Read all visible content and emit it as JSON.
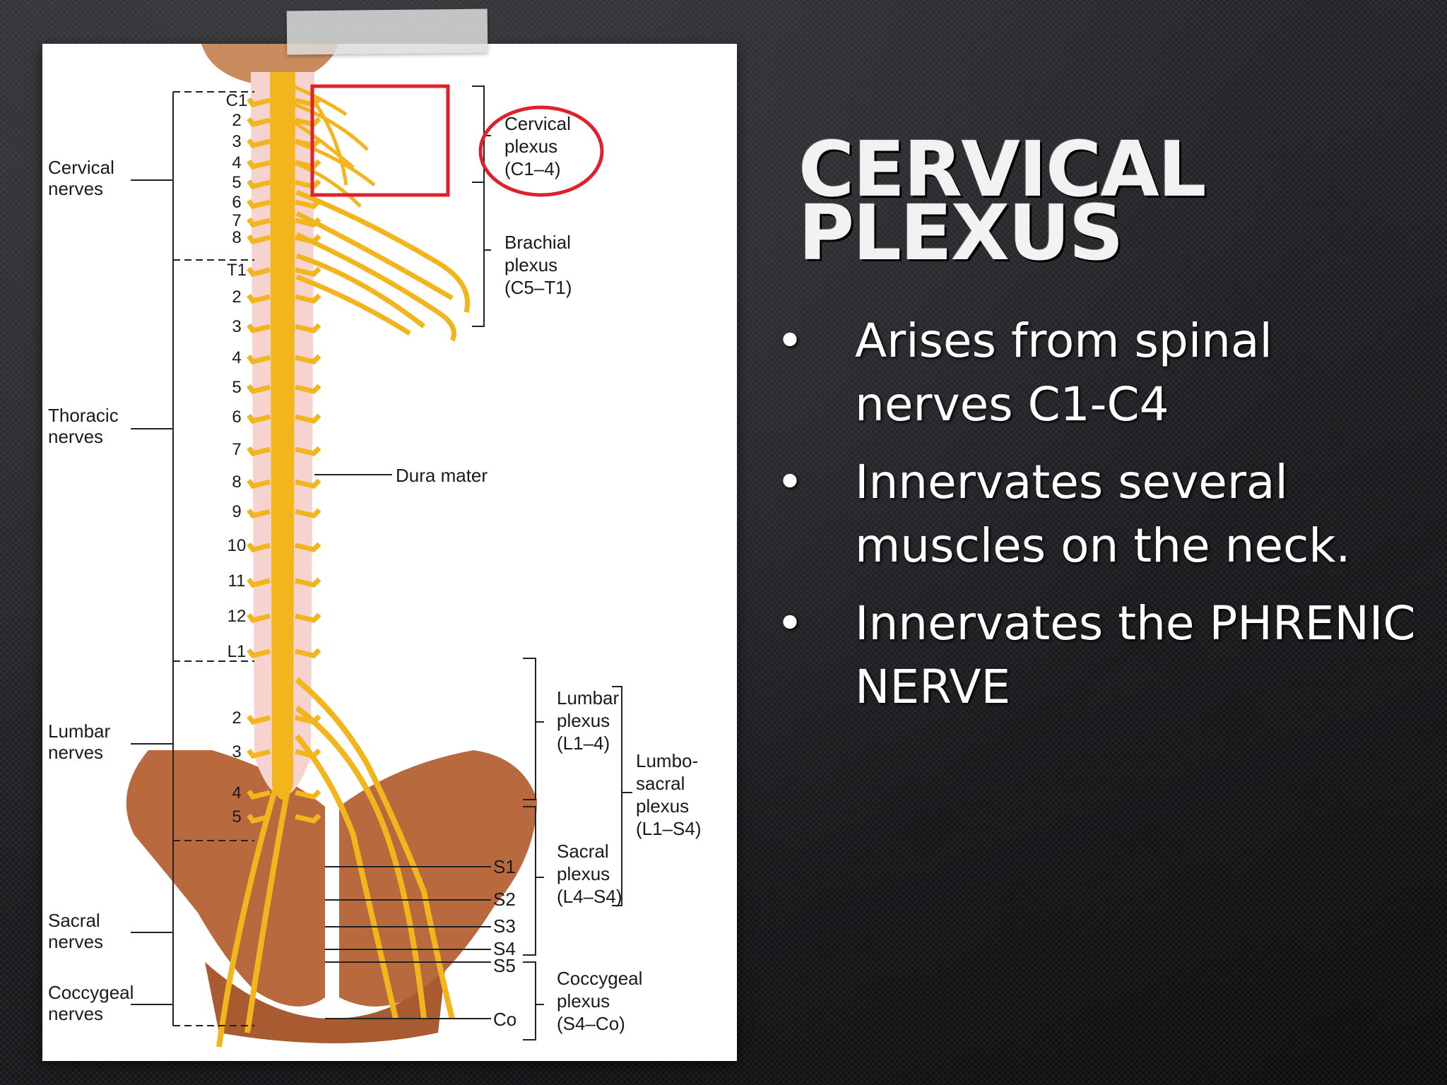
{
  "slide": {
    "title_line1": "CERVICAL",
    "title_line2": "PLEXUS",
    "bullets": [
      "Arises from spinal nerves C1-C4",
      "Innervates several muscles on the neck.",
      "Innervates the PHRENIC NERVE"
    ],
    "bullet_symbol": "•"
  },
  "diagram": {
    "left_labels": {
      "cervical": [
        "Cervical",
        "nerves"
      ],
      "thoracic": [
        "Thoracic",
        "nerves"
      ],
      "lumbar": [
        "Lumbar",
        "nerves"
      ],
      "sacral": [
        "Sacral",
        "nerves"
      ],
      "coccygeal": [
        "Coccygeal",
        "nerves"
      ]
    },
    "vertebra_numbers": {
      "cervical": [
        "C1",
        "2",
        "3",
        "4",
        "5",
        "6",
        "7",
        "8"
      ],
      "thoracic": [
        "T1",
        "2",
        "3",
        "4",
        "5",
        "6",
        "7",
        "8",
        "9",
        "10",
        "11",
        "12"
      ],
      "lumbar": [
        "L1",
        "2",
        "3",
        "4",
        "5"
      ]
    },
    "sacral_numbers": [
      "S1",
      "S2",
      "S3",
      "S4",
      "S5",
      "Co"
    ],
    "right_labels": {
      "cervical_plexus": [
        "Cervical",
        "plexus",
        "(C1–4)"
      ],
      "brachial_plexus": [
        "Brachial",
        "plexus",
        "(C5–T1)"
      ],
      "dura_mater": "Dura mater",
      "lumbar_plexus": [
        "Lumbar",
        "plexus",
        "(L1–4)"
      ],
      "lumbosacral_plexus": [
        "Lumbo-",
        "sacral",
        "plexus",
        "(L1–S4)"
      ],
      "sacral_plexus": [
        "Sacral",
        "plexus",
        "(L4–S4)"
      ],
      "coccygeal_plexus": [
        "Coccygeal",
        "plexus",
        "(S4–Co)"
      ]
    },
    "colors": {
      "nerve": "#f2b51c",
      "nerve_dark": "#d9951a",
      "cord": "#f5c8c4",
      "bone": "#b86a3e",
      "highlight": "#e0202a"
    }
  }
}
